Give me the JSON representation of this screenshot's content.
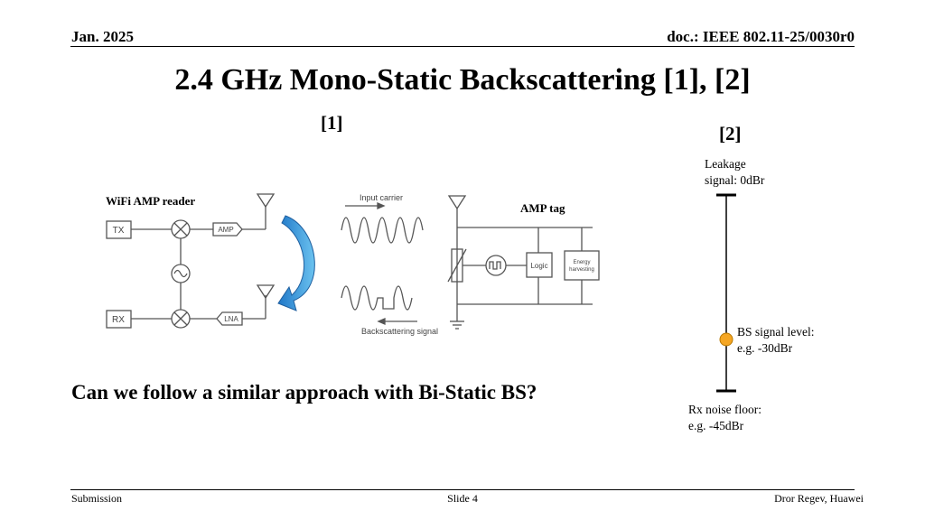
{
  "header": {
    "date": "Jan. 2025",
    "doc_id": "doc.: IEEE 802.11-25/0030r0"
  },
  "title": "2.4 GHz Mono-Static Backscattering [1], [2]",
  "refs": {
    "ref1": "[1]",
    "ref2": "[2]"
  },
  "figure1": {
    "reader_label": "WiFi AMP reader",
    "tag_label": "AMP tag",
    "tx": "TX",
    "rx": "RX",
    "amp": "AMP",
    "lna": "LNA",
    "input_carrier": "Input carrier",
    "backscattering_signal": "Backscattering signal",
    "logic": "Logic",
    "energy_line1": "Energy",
    "energy_line2": "harvesting"
  },
  "figure2": {
    "leakage_line1": "Leakage",
    "leakage_line2": "signal: 0dBr",
    "bs_line1": "BS signal level:",
    "bs_line2": "e.g. -30dBr",
    "noise_line1": "Rx noise floor:",
    "noise_line2": "e.g. -45dBr",
    "marker_color": "#f5a623"
  },
  "question": "Can we follow a similar approach with Bi-Static BS?",
  "footer": {
    "left": "Submission",
    "center": "Slide 4",
    "right": "Dror Regev, Huawei"
  }
}
